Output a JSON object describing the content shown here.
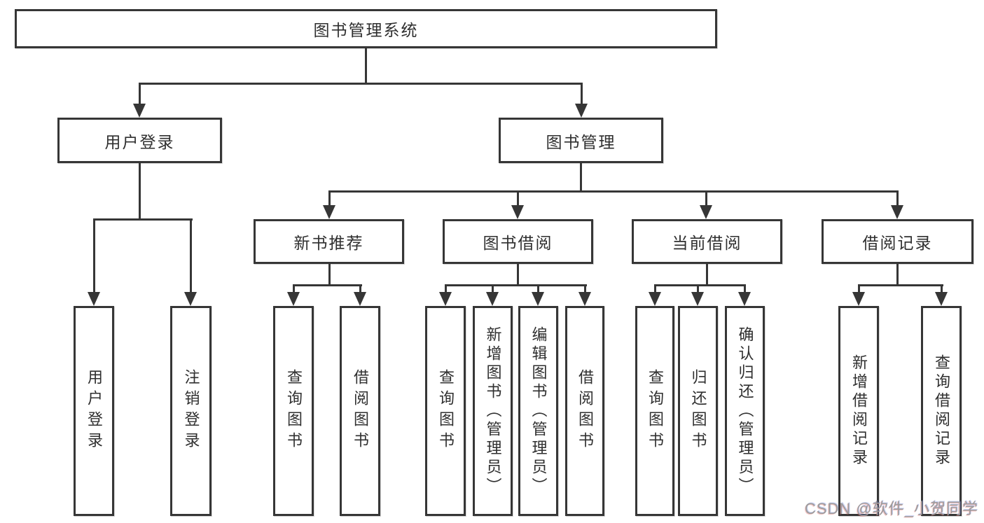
{
  "tree": {
    "label": "图书管理系统",
    "children": [
      {
        "label": "用户登录",
        "children": [
          {
            "label": "用户登录"
          },
          {
            "label": "注销登录"
          }
        ]
      },
      {
        "label": "图书管理",
        "children": [
          {
            "label": "新书推荐",
            "children": [
              {
                "label": "查询图书"
              },
              {
                "label": "借阅图书"
              }
            ]
          },
          {
            "label": "图书借阅",
            "children": [
              {
                "label": "查询图书"
              },
              {
                "label": "新增图书（管理员）"
              },
              {
                "label": "编辑图书（管理员）"
              },
              {
                "label": "借阅图书"
              }
            ]
          },
          {
            "label": "当前借阅",
            "children": [
              {
                "label": "查询图书"
              },
              {
                "label": "归还图书"
              },
              {
                "label": "确认归还（管理员）"
              }
            ]
          },
          {
            "label": "借阅记录",
            "children": [
              {
                "label": "新增借阅记录"
              },
              {
                "label": "查询借阅记录"
              }
            ]
          }
        ]
      }
    ]
  },
  "watermark": {
    "text": "CSDN @软件_小贺同学"
  },
  "colors": {
    "line": "#363636",
    "text": "#2f2f2f",
    "box_background": "#ffffff",
    "watermark": "#9c9c9c",
    "page_background": "#ffffff"
  }
}
